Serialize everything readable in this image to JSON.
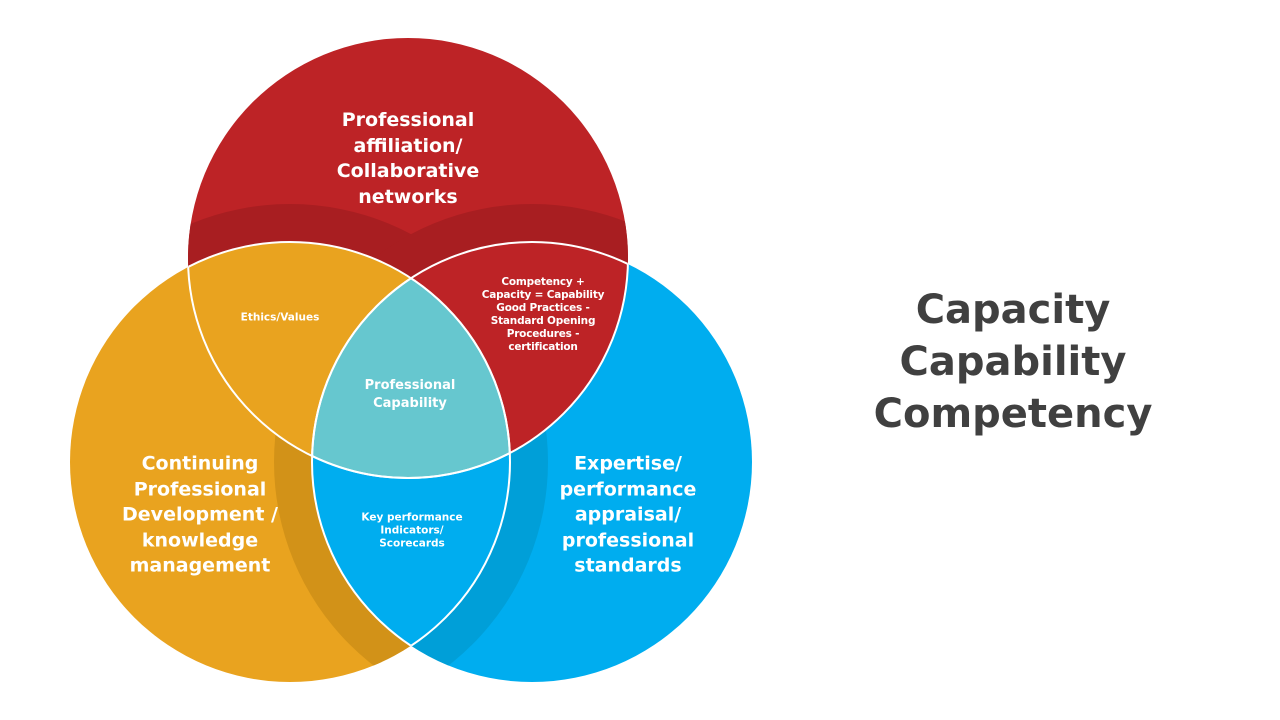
{
  "colors": {
    "red": "#bd2326",
    "red_shade": "#a81e21",
    "orange": "#e9a31f",
    "orange_shade": "#d29218",
    "blue": "#00adef",
    "blue_shade": "#009fd8",
    "teal": "#66c7cf",
    "outline": "#ffffff",
    "title_text": "#404040"
  },
  "title": {
    "lines": [
      "Capacity",
      "Capability",
      "Competency"
    ]
  },
  "circles": {
    "top": {
      "label": "Professional\naffiliation/\nCollaborative\nnetworks"
    },
    "left": {
      "label": "Continuing\nProfessional\nDevelopment  /\nknowledge\nmanagement"
    },
    "right": {
      "label": "Expertise/\nperformance\nappraisal/\nprofessional\nstandards"
    }
  },
  "overlaps": {
    "top_left": {
      "label": "Ethics/Values"
    },
    "top_right": {
      "label": "Competency +\nCapacity = Capability\nGood Practices -\nStandard Opening\nProcedures -\ncertification"
    },
    "left_right": {
      "label": "Key performance\nIndicators/\nScorecards"
    },
    "center": {
      "label": "Professional\nCapability"
    }
  }
}
